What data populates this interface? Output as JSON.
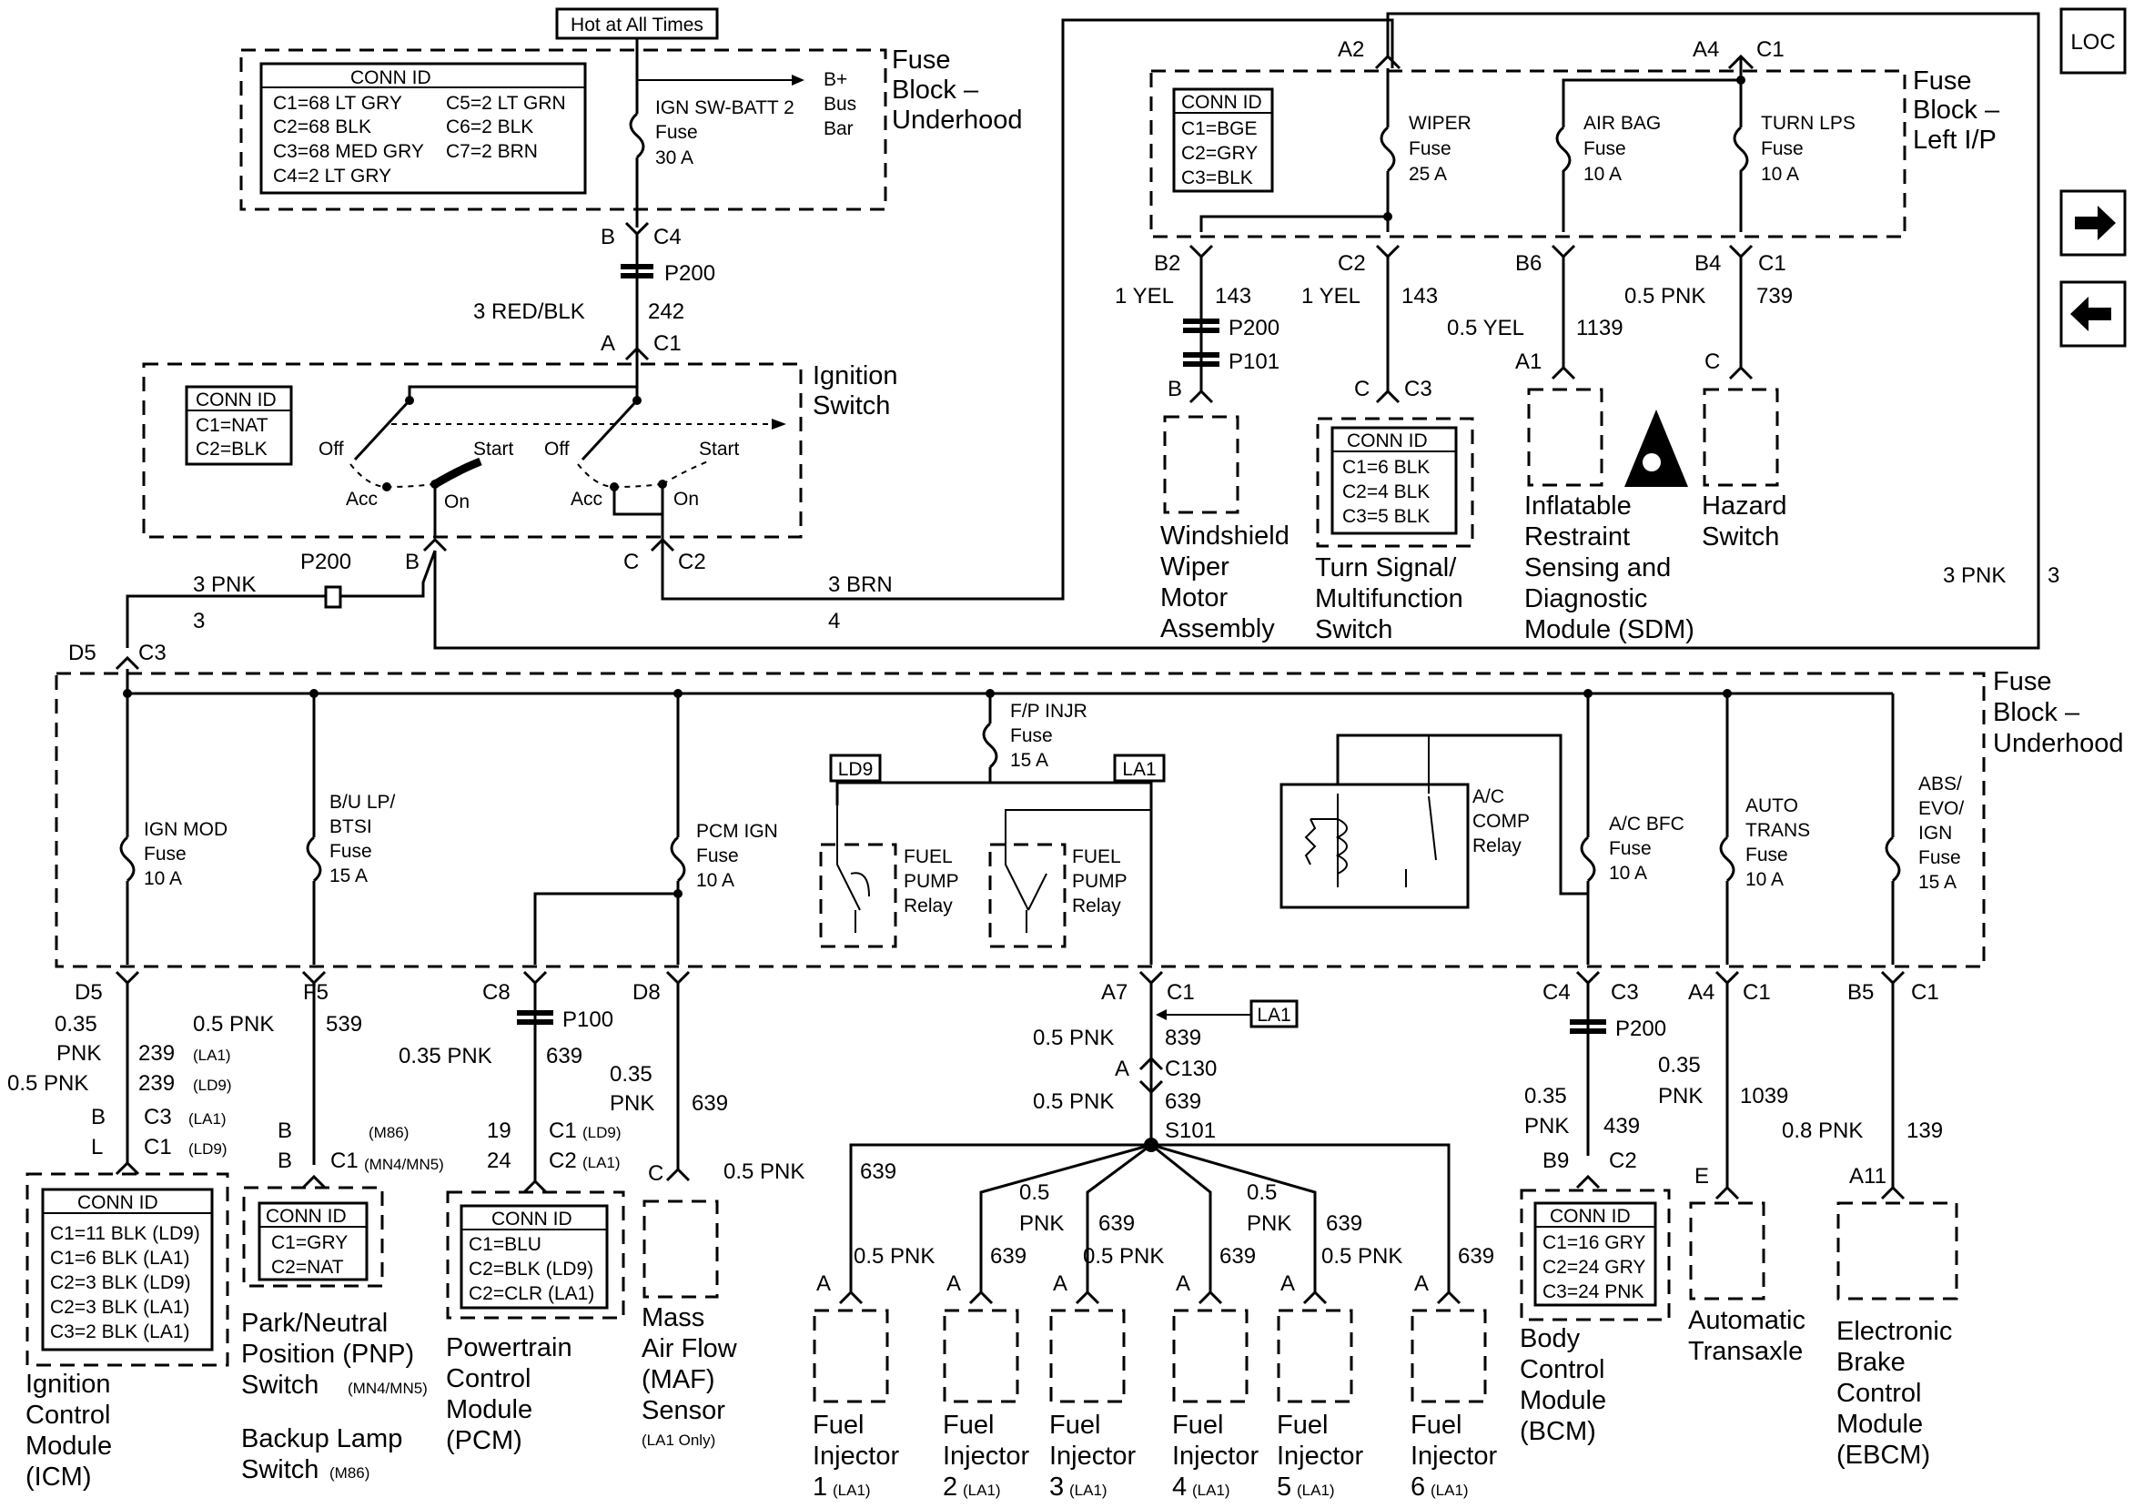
{
  "hot_label": "Hot at All Times",
  "loc_label": "LOC",
  "nav": {
    "forward_icon": "arrow-right-icon",
    "back_icon": "arrow-left-icon"
  },
  "fb_underhood_top": {
    "title": [
      "Fuse",
      "Block –",
      "Underhood"
    ],
    "conn": [
      "CONN ID",
      "C1=68 LT GRY",
      "C2=68 BLK",
      "C3=68 MED GRY",
      "C4=2 LT GRY",
      "C5=2 LT GRN",
      "C6=2 BLK",
      "C7=2 BRN"
    ],
    "fuse": [
      "IGN SW-BATT 2",
      "Fuse",
      "30 A"
    ],
    "bplus": [
      "B+",
      "Bus",
      "Bar"
    ]
  },
  "top_feed": {
    "b": "B",
    "c4": "C4",
    "p200": "P200",
    "wire": "3 RED/BLK",
    "num": "242",
    "a": "A",
    "c1": "C1"
  },
  "ign_switch": {
    "title": [
      "Ignition",
      "Switch"
    ],
    "conn": [
      "CONN ID",
      "C1=NAT",
      "C2=BLK"
    ],
    "pos": [
      "Off",
      "Start",
      "Acc",
      "On",
      "Off",
      "Start",
      "Acc",
      "On"
    ],
    "b": "B",
    "c": "C",
    "c2": "C2"
  },
  "mid_wires": {
    "p200": "P200",
    "pnk": "3 PNK",
    "pnk_num": "3",
    "brn": "3 BRN",
    "brn_num": "4",
    "d5": "D5",
    "c3": "C3",
    "right_pnk": "3 PNK",
    "right_num": "3"
  },
  "fb_left": {
    "title": [
      "Fuse",
      "Block –",
      "Left I/P"
    ],
    "conn": [
      "CONN ID",
      "C1=BGE",
      "C2=GRY",
      "C3=BLK"
    ],
    "a2": "A2",
    "a4": "A4",
    "c1": "C1",
    "fuses": [
      {
        "name": [
          "WIPER",
          "Fuse",
          "25 A"
        ]
      },
      {
        "name": [
          "AIR BAG",
          "Fuse",
          "10 A"
        ]
      },
      {
        "name": [
          "TURN LPS",
          "Fuse",
          "10 A"
        ]
      }
    ]
  },
  "upper_right": {
    "wiper": {
      "b2": "B2",
      "wire": "1 YEL",
      "num": "143",
      "p200": "P200",
      "p101": "P101",
      "b": "B",
      "name": [
        "Windshield",
        "Wiper",
        "Motor",
        "Assembly"
      ]
    },
    "turn": {
      "c2": "C2",
      "wire": "1 YEL",
      "num": "143",
      "c": "C",
      "c3": "C3",
      "conn": [
        "CONN ID",
        "C1=6 BLK",
        "C2=4 BLK",
        "C3=5 BLK"
      ],
      "name": [
        "Turn Signal/",
        "Multifunction",
        "Switch"
      ]
    },
    "sdm": {
      "b6": "B6",
      "wire": "0.5 YEL",
      "num": "1139",
      "a1": "A1",
      "name": [
        "Inflatable",
        "Restraint",
        "Sensing and",
        "Diagnostic",
        "Module (SDM)"
      ]
    },
    "hazard": {
      "b4": "B4",
      "c1": "C1",
      "wire": "0.5 PNK",
      "num": "739",
      "c": "C",
      "name": [
        "Hazard",
        "Switch"
      ]
    }
  },
  "fb_under_bottom": {
    "title": [
      "Fuse",
      "Block –",
      "Underhood"
    ],
    "fuses": [
      [
        "IGN MOD",
        "Fuse",
        "10 A"
      ],
      [
        "B/U LP/",
        "BTSI",
        "Fuse",
        "15 A"
      ],
      [
        "PCM IGN",
        "Fuse",
        "10 A"
      ],
      [
        "F/P INJR",
        "Fuse",
        "15 A"
      ],
      [
        "A/C BFC",
        "Fuse",
        "10 A"
      ],
      [
        "AUTO",
        "TRANS",
        "Fuse",
        "10 A"
      ],
      [
        "ABS/",
        "EVO/",
        "IGN",
        "Fuse",
        "15 A"
      ]
    ],
    "ld9": "LD9",
    "la1": "LA1",
    "relay1": [
      "FUEL",
      "PUMP",
      "Relay"
    ],
    "relay2": [
      "FUEL",
      "PUMP",
      "Relay"
    ],
    "ac_relay": [
      "A/C",
      "COMP",
      "Relay"
    ]
  },
  "icm": {
    "d5": "D5",
    "w1": "0.35",
    "w1b": "PNK",
    "n1": "239",
    "t1": "(LA1)",
    "w2": "0.5 PNK",
    "n2": "239",
    "t2": "(LD9)",
    "b": "B",
    "c3": "C3",
    "t3": "(LA1)",
    "l": "L",
    "c1": "C1",
    "t4": "(LD9)",
    "conn": [
      "CONN ID",
      "C1=11 BLK (LD9)",
      "C1=6 BLK (LA1)",
      "C2=3 BLK (LD9)",
      "C2=3 BLK (LA1)",
      "C3=2 BLK (LA1)"
    ],
    "name": [
      "Ignition",
      "Control",
      "Module",
      "(ICM)"
    ]
  },
  "pnp": {
    "f5": "F5",
    "wire": "0.5 PNK",
    "num": "539",
    "b1": "B",
    "b2": "B",
    "c1": "C1",
    "m86": "(M86)",
    "mn": "(MN4/MN5)",
    "conn": [
      "CONN ID",
      "C1=GRY",
      "C2=NAT"
    ],
    "name": [
      "Park/Neutral",
      "Position (PNP)",
      "Switch"
    ],
    "name_tag": "(MN4/MN5)",
    "name2": [
      "Backup Lamp",
      "Switch"
    ],
    "name2_tag": "(M86)"
  },
  "pcm": {
    "c8": "C8",
    "p100": "P100",
    "wire": "0.35 PNK",
    "num": "639",
    "n19": "19",
    "n24": "24",
    "c1": "C1",
    "t1": "(LD9)",
    "c2": "C2",
    "t2": "(LA1)",
    "conn": [
      "CONN ID",
      "C1=BLU",
      "C2=BLK (LD9)",
      "C2=CLR (LA1)"
    ],
    "name": [
      "Powertrain",
      "Control",
      "Module",
      "(PCM)"
    ]
  },
  "maf": {
    "d8": "D8",
    "w": "0.35",
    "wb": "PNK",
    "num": "639",
    "c": "C",
    "name": [
      "Mass",
      "Air Flow",
      "(MAF)",
      "Sensor"
    ],
    "tag": "(LA1 Only)"
  },
  "injectors": {
    "a7": "A7",
    "c1": "C1",
    "la1": "LA1",
    "wire": "0.5 PNK",
    "num": "839",
    "a": "A",
    "c130": "C130",
    "wire2": "0.5 PNK",
    "num2": "639",
    "s101": "S101",
    "items": [
      {
        "w": "0.5 PNK",
        "n": "639",
        "name": "Fuel",
        "name2": "Injector",
        "idx": "1",
        "tag": "(LA1)"
      },
      {
        "w": "0.5 PNK",
        "n": "639",
        "name": "Fuel",
        "name2": "Injector",
        "idx": "2",
        "tag": "(LA1)"
      },
      {
        "w": "0.5",
        "w2": "PNK",
        "n": "639",
        "name": "Fuel",
        "name2": "Injector",
        "idx": "3",
        "tag": "(LA1)"
      },
      {
        "w": "0.5 PNK",
        "n": "639",
        "name": "Fuel",
        "name2": "Injector",
        "idx": "4",
        "tag": "(LA1)"
      },
      {
        "w": "0.5",
        "w2": "PNK",
        "n": "639",
        "name": "Fuel",
        "name2": "Injector",
        "idx": "5",
        "tag": "(LA1)"
      },
      {
        "w": "0.5 PNK",
        "n": "639",
        "name": "Fuel",
        "name2": "Injector",
        "idx": "6",
        "tag": "(LA1)"
      }
    ],
    "a_label": "A"
  },
  "bcm": {
    "c4": "C4",
    "c3": "C3",
    "p200": "P200",
    "w": "0.35",
    "wb": "PNK",
    "num": "439",
    "b9": "B9",
    "c2": "C2",
    "conn": [
      "CONN ID",
      "C1=16 GRY",
      "C2=24 GRY",
      "C3=24 PNK"
    ],
    "name": [
      "Body",
      "Control",
      "Module",
      "(BCM)"
    ]
  },
  "trans": {
    "a4": "A4",
    "c1": "C1",
    "w": "0.35",
    "wb": "PNK",
    "num": "1039",
    "e": "E",
    "name": [
      "Automatic",
      "Transaxle"
    ]
  },
  "ebcm": {
    "b5": "B5",
    "c1": "C1",
    "w": "0.8 PNK",
    "num": "139",
    "a11": "A11",
    "name": [
      "Electronic",
      "Brake",
      "Control",
      "Module",
      "(EBCM)"
    ]
  }
}
